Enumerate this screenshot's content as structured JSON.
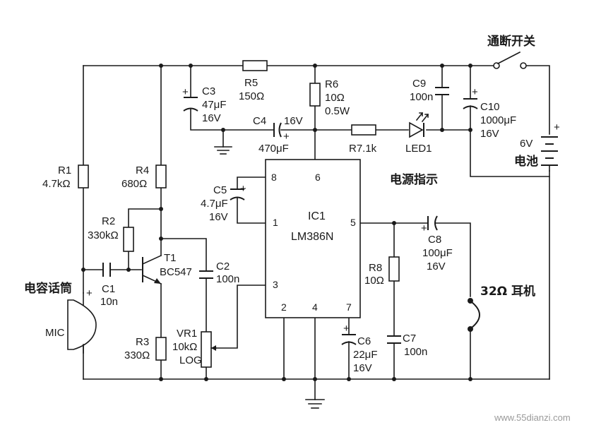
{
  "labels": {
    "switch": "通断开关",
    "battery_v": "6V",
    "battery": "电池",
    "power_indicator": "电源指示",
    "earphone": "32Ω 耳机",
    "mic_cn": "电容话筒",
    "mic": "MIC",
    "plus": "+",
    "watermark": "www.55dianzi.com"
  },
  "components": {
    "R1": {
      "ref": "R1",
      "value": "4.7kΩ"
    },
    "R2": {
      "ref": "R2",
      "value": "330kΩ"
    },
    "R3": {
      "ref": "R3",
      "value": "330Ω"
    },
    "R4": {
      "ref": "R4",
      "value": "680Ω"
    },
    "R5": {
      "ref": "R5",
      "value": "150Ω"
    },
    "R6": {
      "ref": "R6",
      "value": "10Ω",
      "power": "0.5W"
    },
    "R7": {
      "ref": "R7.1k"
    },
    "R8": {
      "ref": "R8",
      "value": "10Ω"
    },
    "C1": {
      "ref": "C1",
      "value": "10n"
    },
    "C2": {
      "ref": "C2",
      "value": "100n"
    },
    "C3": {
      "ref": "C3",
      "value": "47μF",
      "voltage": "16V"
    },
    "C4": {
      "ref": "C4",
      "value": "470μF",
      "voltage": "16V"
    },
    "C5": {
      "ref": "C5",
      "value": "4.7μF",
      "voltage": "16V"
    },
    "C6": {
      "ref": "C6",
      "value": "22μF",
      "voltage": "16V"
    },
    "C7": {
      "ref": "C7",
      "value": "100n"
    },
    "C8": {
      "ref": "C8",
      "value": "100μF",
      "voltage": "16V"
    },
    "C9": {
      "ref": "C9",
      "value": "100n"
    },
    "C10": {
      "ref": "C10",
      "value": "1000μF",
      "voltage": "16V"
    },
    "T1": {
      "ref": "T1",
      "part": "BC547"
    },
    "VR1": {
      "ref": "VR1",
      "value": "10kΩ",
      "taper": "LOG"
    },
    "LED1": {
      "ref": "LED1"
    },
    "IC1": {
      "ref": "IC1",
      "part": "LM386N",
      "pins": {
        "p2": "2",
        "p3": "3",
        "p4": "4",
        "p5": "5",
        "p6": "6",
        "p7": "7",
        "p1": "1",
        "p8": "8"
      }
    }
  }
}
